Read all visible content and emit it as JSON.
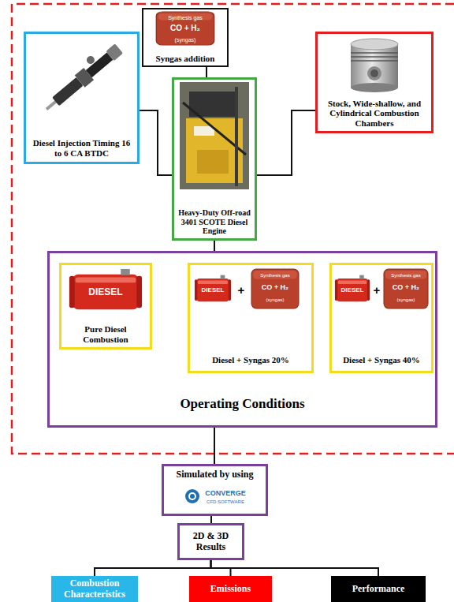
{
  "diagram": {
    "nodes": [
      {
        "text": [
          "Syngas addition"
        ]
      },
      {
        "text": [
          "Diesel Injection Timing 16 to 6 CA BTDC"
        ]
      },
      {
        "text": [
          "Stock, Wide-shallow, and Cylindrical Combustion Chambers"
        ]
      },
      {
        "text": [
          "Heavy-Duty Off-road 3401 SCOTE Diesel Engine"
        ]
      },
      {
        "text": [
          "Operating Conditions"
        ]
      },
      {
        "text": [
          "Pure Diesel Combustion"
        ],
        "in": 4
      },
      {
        "text": [
          "Diesel + Syngas 20%"
        ],
        "in": 4
      },
      {
        "text": [
          "Diesel + Syngas 40%"
        ],
        "in": 4
      },
      {
        "text": [
          "Simulated by using"
        ]
      },
      {
        "text": [
          "2D & 3D Results"
        ]
      },
      {
        "text": [
          "Combustion Characteristics"
        ]
      },
      {
        "text": [
          "Emissions"
        ]
      },
      {
        "text": [
          "Performance"
        ]
      }
    ],
    "edges": [
      {
        "from": 0,
        "to": 3,
        "arrow": "none"
      },
      {
        "from": 1,
        "to": 3,
        "arrow": "none"
      },
      {
        "from": 2,
        "to": 3,
        "arrow": "none"
      },
      {
        "from": 3,
        "to": 4,
        "arrow": "none"
      },
      {
        "from": 4,
        "to": 8,
        "arrow": "none"
      },
      {
        "from": 8,
        "to": 9,
        "arrow": "none"
      },
      {
        "from": 9,
        "to": 10,
        "arrow": "none"
      },
      {
        "from": 9,
        "to": 11,
        "arrow": "none"
      },
      {
        "from": 9,
        "to": 12,
        "arrow": "none"
      }
    ],
    "labels": [
      "Synthesis gas",
      "CO + H₂",
      "(syngas)",
      "DIESEL",
      "DIESEL",
      "+",
      "Synthesis gas",
      "CO + H₂",
      "(syngas)",
      "DIESEL",
      "+",
      "Synthesis gas",
      "CO + H₂",
      "(syngas)",
      "CONVERGE",
      "CFD SOFTWARE"
    ]
  }
}
